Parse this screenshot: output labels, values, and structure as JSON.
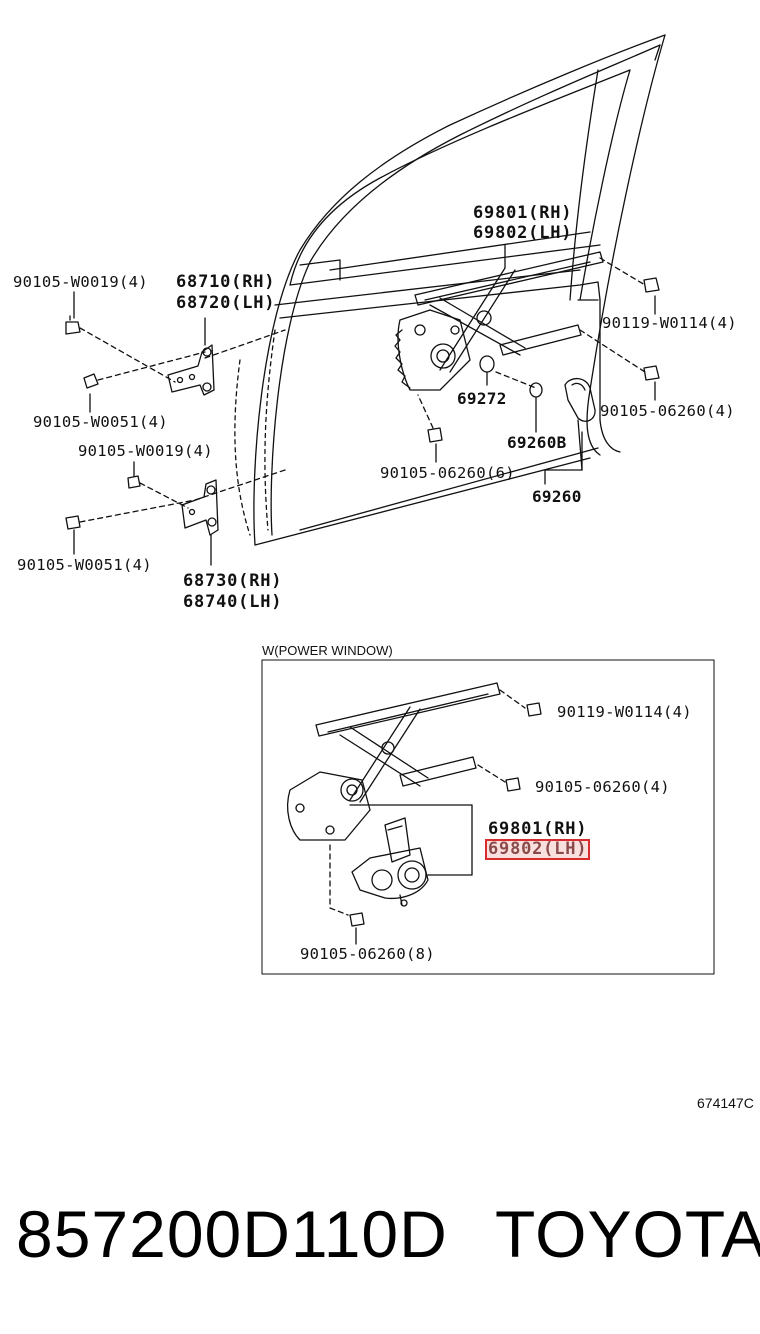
{
  "upper": {
    "regulator_rh": "69801(RH)",
    "regulator_lh": "69802(LH)",
    "hinge_upper_rh": "68710(RH)",
    "hinge_upper_lh": "68720(LH)",
    "hinge_lower_rh": "68730(RH)",
    "hinge_lower_lh": "68740(LH)",
    "bolt_w0019_upper": "90105-W0019(4)",
    "bolt_w0051_upper": "90105-W0051(4)",
    "bolt_w0019_lower": "90105-W0019(4)",
    "bolt_w0051_lower": "90105-W0051(4)",
    "bolt_w0114": "90119-W0114(4)",
    "bolt_06260_4": "90105-06260(4)",
    "bolt_06260_6": "90105-06260(6)",
    "part_69272": "69272",
    "part_69260b": "69260B",
    "part_69260": "69260"
  },
  "power_window": {
    "section_title": "W(POWER WINDOW)",
    "bolt_w0114": "90119-W0114(4)",
    "bolt_06260_4": "90105-06260(4)",
    "regulator_rh": "69801(RH)",
    "regulator_lh": "69802(LH)",
    "bolt_06260_8": "90105-06260(8)"
  },
  "drawing_number": "674147C",
  "footer": {
    "part_number": "857200D110D",
    "brand": "TOYOTA"
  },
  "highlight_color": "#d92b2b"
}
